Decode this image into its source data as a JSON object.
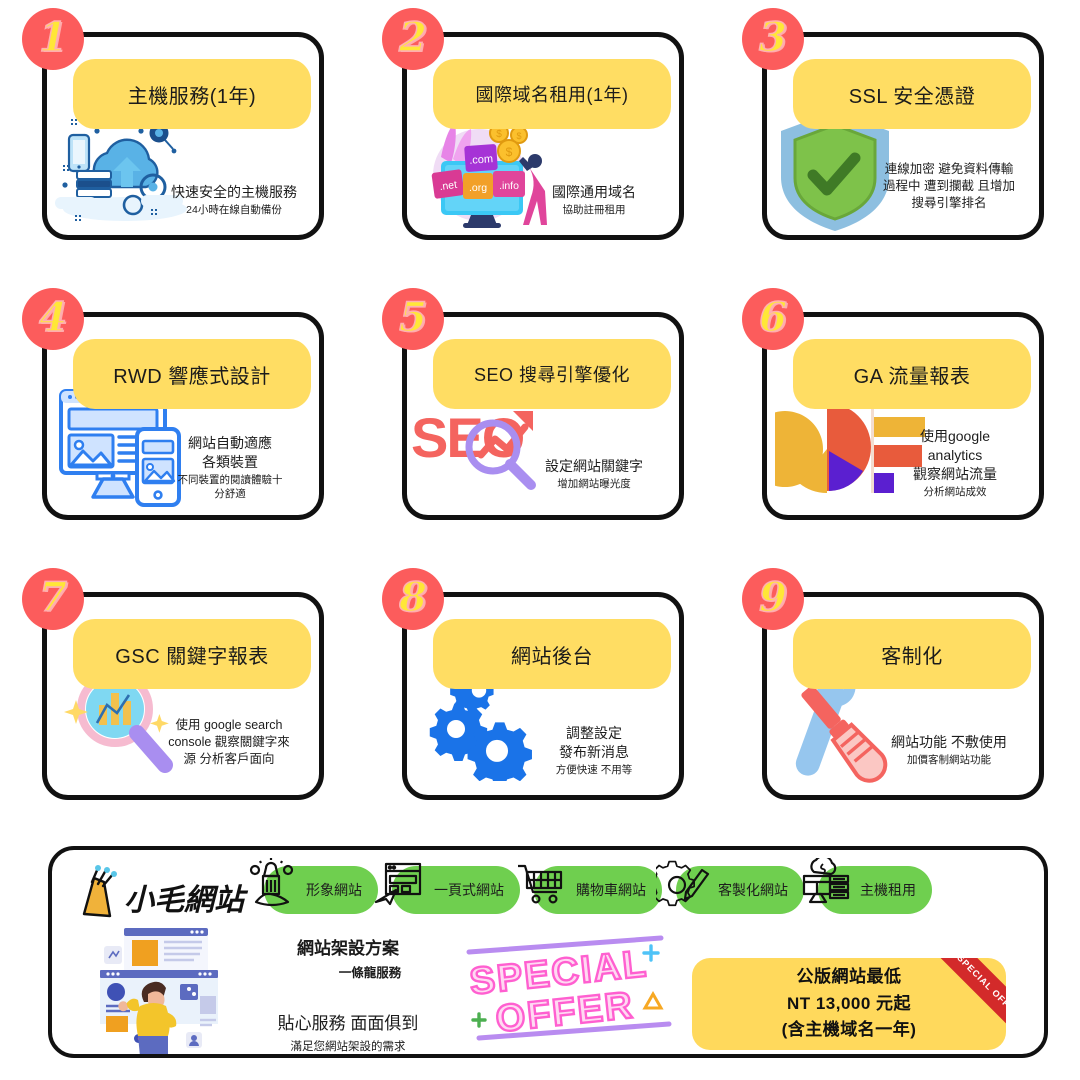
{
  "cards": [
    {
      "number": "1",
      "title": "主機服務(1年)",
      "desc_main": "快速安全的主機服務",
      "desc_sub": "24小時在線自動備份",
      "art": "cloud-hosting-illustration"
    },
    {
      "number": "2",
      "title": "國際域名租用(1年)",
      "desc_main": "國際通用域名",
      "desc_sub": "協助註冊租用",
      "art": "domain-names-illustration"
    },
    {
      "number": "3",
      "title": "SSL 安全憑證",
      "desc_main": "連線加密 避免資料傳輸\n過程中 遭到攔截 且增加\n搜尋引擎排名",
      "desc_sub": "",
      "art": "shield-check-illustration"
    },
    {
      "number": "4",
      "title": "RWD 響應式設計",
      "desc_main": "網站自動適應\n各類裝置",
      "desc_sub": "不同裝置的閱讀體驗十\n分舒適",
      "art": "responsive-devices-illustration"
    },
    {
      "number": "5",
      "title": "SEO 搜尋引擎優化",
      "desc_main": "設定網站關鍵字",
      "desc_sub": "增加網站曝光度",
      "art": "seo-magnifier-illustration"
    },
    {
      "number": "6",
      "title": "GA 流量報表",
      "desc_main": "使用google\nanalytics\n觀察網站流量",
      "desc_sub": "分析網站成效",
      "art": "analytics-charts-illustration"
    },
    {
      "number": "7",
      "title": "GSC 關鍵字報表",
      "desc_main": "使用 google search\nconsole 觀察關鍵字來\n源 分析客戶面向",
      "desc_sub": "",
      "art": "magnifier-bars-illustration"
    },
    {
      "number": "8",
      "title": "網站後台",
      "desc_main": "調整設定\n發布新消息",
      "desc_sub": "方便快速 不用等",
      "art": "gears-illustration"
    },
    {
      "number": "9",
      "title": "客制化",
      "desc_main": "網站功能 不敷使用",
      "desc_sub": "加價客制網站功能",
      "art": "wrench-screwdriver-illustration"
    }
  ],
  "banner": {
    "logo_text": "小毛網站",
    "chips": [
      {
        "label": "形象網站",
        "icon": "branding-site-icon"
      },
      {
        "label": "一頁式網站",
        "icon": "one-page-site-icon"
      },
      {
        "label": "購物車網站",
        "icon": "shopping-cart-icon"
      },
      {
        "label": "客製化網站",
        "icon": "gear-pencil-icon"
      },
      {
        "label": "主機租用",
        "icon": "server-cloud-icon"
      }
    ],
    "plan": {
      "heading": "網站架設方案",
      "subheading": "一條龍服務",
      "tagline": "貼心服務 面面俱到",
      "tagline_sub": "滿足您網站架設的需求"
    },
    "special_offer": {
      "line1": "SPECIAL",
      "line2": "OFFER"
    },
    "price": {
      "line1": "公版網站最低",
      "line2": "NT  13,000  元起",
      "line3": "(含主機域名一年)",
      "ribbon": "SPECIAL OFFER"
    }
  },
  "colors": {
    "badge_bg": "#fc5c5c",
    "badge_text": "#ffe737",
    "title_pill": "#ffdd63",
    "card_border": "#111111",
    "chip_green": "#6fcf4f",
    "price_bg": "#ffd95c",
    "ribbon_red": "#d32a2a",
    "special_pink": "#ff5fd0",
    "accent_blue": "#1f7ae0"
  }
}
